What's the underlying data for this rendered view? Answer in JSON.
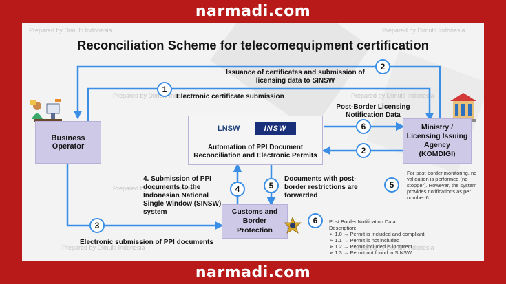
{
  "banner": {
    "top": "narmadi.com",
    "bottom": "narmadi.com"
  },
  "watermark": "Prepared by Dimulti Indonesia",
  "title": "Reconciliation Scheme for telecomequipment certification",
  "nodes": {
    "business_operator": "Business Operator",
    "ministry": "Ministry / Licensing Issuing Agency (KOMDIGI)",
    "automation": "Automation of PPI Document Reconciliation and Electronic Permits",
    "customs": "Customs and Border Protection"
  },
  "logos": {
    "lnsw": "LNSW",
    "insw": "INSW"
  },
  "steps": {
    "s1": {
      "num": "1",
      "label": "Electronic certificate submission"
    },
    "s2_top": {
      "num": "2",
      "label": "Issuance of certificates and submission of licensing data to SINSW"
    },
    "s2_mid": {
      "num": "2"
    },
    "s3": {
      "num": "3",
      "label": "Electronic submission of PPI documents"
    },
    "s4": {
      "num": "4",
      "label": "4. Submission of PPI documents to the Indonesian National Single Window (SINSW) system"
    },
    "s5": {
      "num": "5",
      "label": "Documents with post-border restrictions are forwarded"
    },
    "s5_right": {
      "num": "5",
      "label": "For post-border monitoring, no validation is performed (no stopper). However, the system provides notifications as per number 6."
    },
    "s6": {
      "num": "6",
      "label": "Post-Border Licensing Notification Data"
    },
    "s6_list": {
      "num": "6",
      "title": "Post Border Notification Data",
      "subtitle": "Description:",
      "items": [
        "➢ 1.0 → Permit is included and compliant",
        "➢ 1.1 → Permit is not included",
        "➢ 1.2 → Permit included is incorrect",
        "➢ 1.3 → Permit not found in SINSW"
      ]
    }
  },
  "colors": {
    "banner": "#b81a1a",
    "arrow": "#3a8ee6",
    "node": "#cfc9e8"
  }
}
